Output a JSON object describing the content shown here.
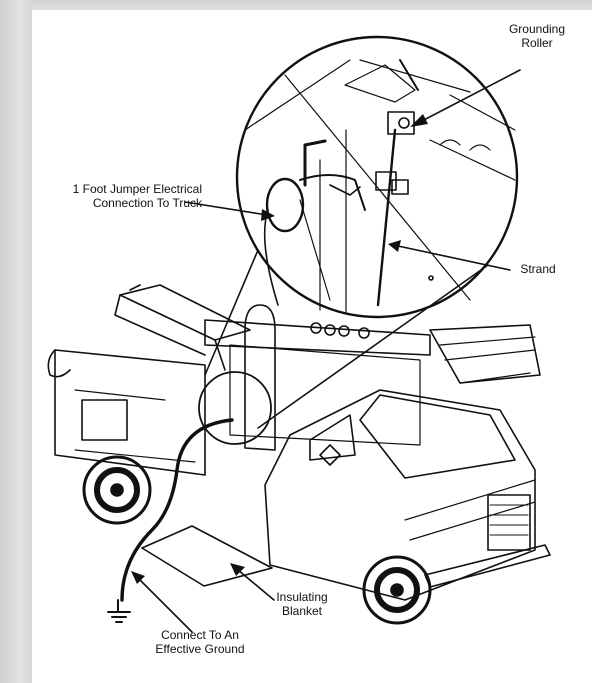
{
  "labels": {
    "grounding_roller": "Grounding\nRoller",
    "jumper": "1 Foot Jumper Electrical\nConnection To Truck",
    "strand": "Strand",
    "insulating_blanket": "Insulating\nBlanket",
    "effective_ground": "Connect To An\nEffective Ground"
  },
  "colors": {
    "ink": "#111111",
    "background": "#ffffff",
    "border": "#d9d9d9"
  }
}
